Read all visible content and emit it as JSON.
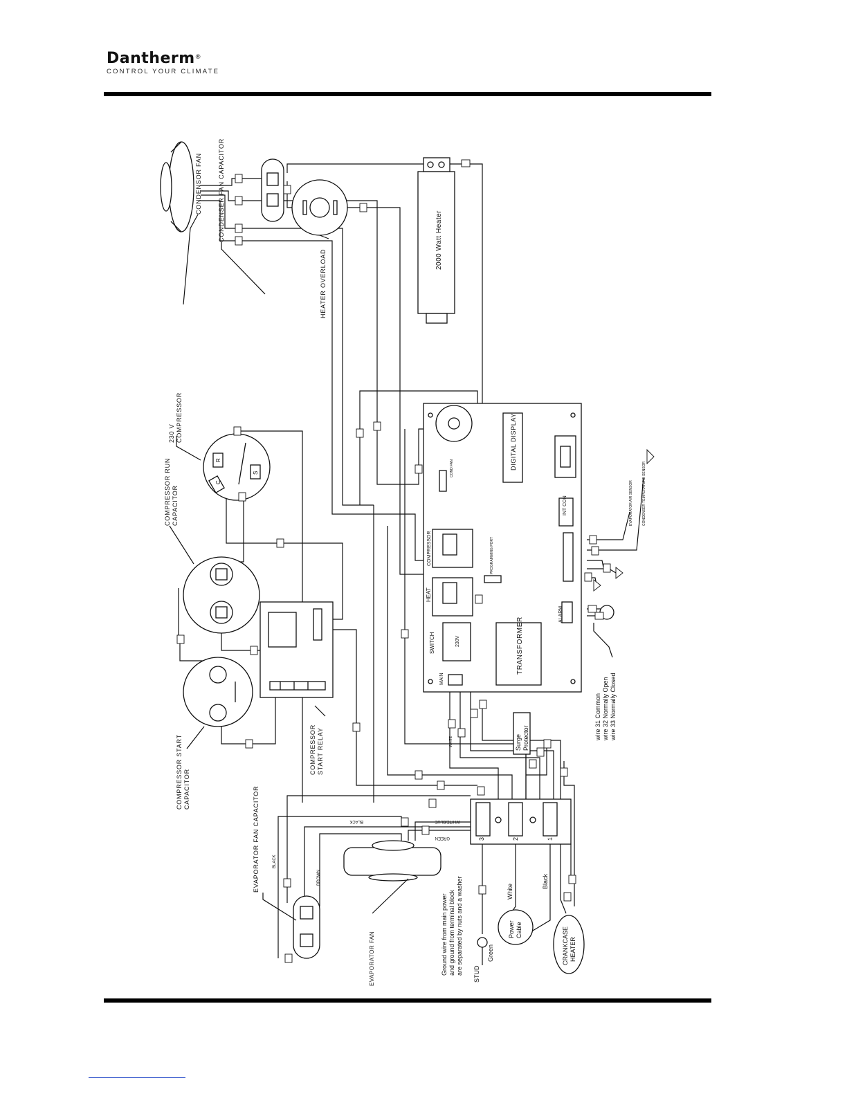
{
  "header": {
    "brand": "Dantherm",
    "registered": "®",
    "tagline": "CONTROL YOUR CLIMATE"
  },
  "diagram": {
    "labels": {
      "condensor_fan": "CONDENSOR FAN",
      "condenser_fan_capacitor": "CONDENSER FAN CAPACITOR",
      "heater_overload": "HEATER OVERLOAD",
      "heater": "2000 Watt Heater",
      "compressor_230v_line1": "230 V",
      "compressor_230v_line2": "COMPRESSOR",
      "compressor_run_cap_line1": "COMPRESSOR RUN",
      "compressor_run_cap_line2": "CAPACITOR",
      "compressor_start_cap_line1": "COMPRESSOR START",
      "compressor_start_cap_line2": "CAPACITOR",
      "compressor_start_relay_line1": "COMPRESSOR",
      "compressor_start_relay_line2": "START RELAY",
      "evaporator_fan_capacitor": "EVAPORATOR FAN CAPACITOR",
      "evaporator_fan": "EVAPORATOR FAN",
      "digital_display": "DIGITAL DISPLAY",
      "transformer": "TRANSFORMER",
      "switch": "SWITCH",
      "switch_value": "230V",
      "heat": "HEAT",
      "compressor_relay": "COMPRESSOR",
      "main": "MAIN",
      "alarm": "ALARM",
      "int_con": "INT CON",
      "cond_fan": "COND FAN",
      "evaporator_air_sensor": "EVAPORATOR AIR SENSOR",
      "condenser_temp_sensor": "CONDENSER TEMPERATURE SENSOR",
      "programming_port": "PROGRAMMING PORT",
      "surge_protector_line1": "Surge",
      "surge_protector_line2": "Protector",
      "wire_31": "wire 31 Common",
      "wire_32": "wire 32 Normally Open",
      "wire_33": "wire 33 Normally Closed",
      "ground_note_line1": "Ground wire from main power",
      "ground_note_line2": "and ground from terminal block",
      "ground_note_line3": "are separated by nuts and a washer",
      "stud": "STUD",
      "green": "Green",
      "white": "White",
      "black": "Black",
      "power_cable_line1": "Power",
      "power_cable_line2": "Cable",
      "crankcase_heater_line1": "CRANKCASE",
      "crankcase_heater_line2": "HEATER",
      "wire_black": "BLACK",
      "wire_brown": "BROWN",
      "wire_white_blue": "WHITE/BLUE",
      "wire_green": "GREEN",
      "wire_white": "WHITE",
      "terminal_1": "1",
      "terminal_2": "2",
      "terminal_3": "3",
      "compressor_c": "C",
      "compressor_r": "R",
      "compressor_s": "S"
    }
  }
}
